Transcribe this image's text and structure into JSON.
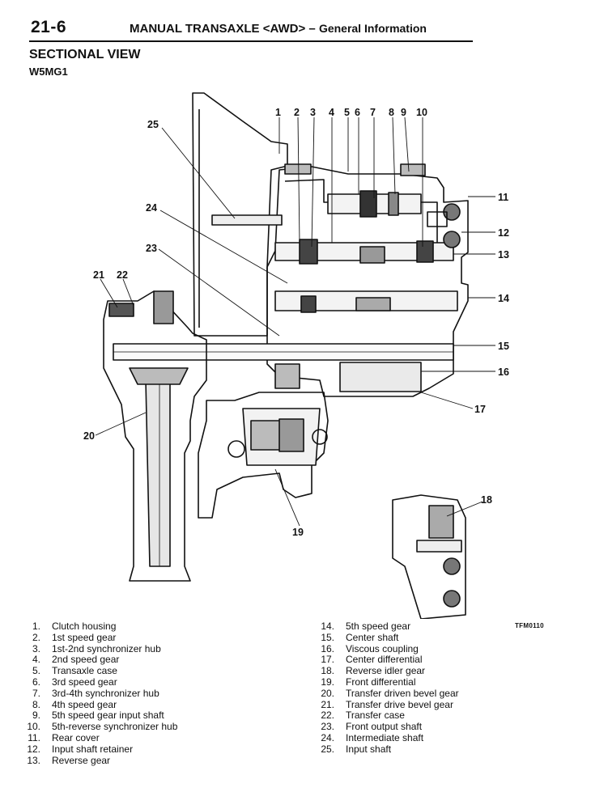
{
  "header": {
    "page_number": "21-6",
    "title": "MANUAL TRANSAXLE <AWD>",
    "dash": " – ",
    "subtitle": "General Information"
  },
  "section": {
    "title": "SECTIONAL VIEW",
    "model": "W5MG1"
  },
  "figure_code": "TFM0110",
  "callouts": [
    "1",
    "2",
    "3",
    "4",
    "5",
    "6",
    "7",
    "8",
    "9",
    "10",
    "11",
    "12",
    "13",
    "14",
    "15",
    "16",
    "17",
    "18",
    "19",
    "20",
    "21",
    "22",
    "23",
    "24",
    "25"
  ],
  "legend_left": [
    {
      "num": "1.",
      "label": "Clutch housing"
    },
    {
      "num": "2.",
      "label": "1st speed gear"
    },
    {
      "num": "3.",
      "label": "1st-2nd synchronizer hub"
    },
    {
      "num": "4.",
      "label": "2nd speed gear"
    },
    {
      "num": "5.",
      "label": "Transaxle case"
    },
    {
      "num": "6.",
      "label": "3rd speed gear"
    },
    {
      "num": "7.",
      "label": "3rd-4th synchronizer hub"
    },
    {
      "num": "8.",
      "label": "4th speed gear"
    },
    {
      "num": "9.",
      "label": "5th speed gear input shaft"
    },
    {
      "num": "10.",
      "label": "5th-reverse synchronizer hub"
    },
    {
      "num": "11.",
      "label": "Rear cover"
    },
    {
      "num": "12.",
      "label": "Input shaft retainer"
    },
    {
      "num": "13.",
      "label": "Reverse gear"
    }
  ],
  "legend_right": [
    {
      "num": "14.",
      "label": "5th speed gear"
    },
    {
      "num": "15.",
      "label": "Center shaft"
    },
    {
      "num": "16.",
      "label": "Viscous coupling"
    },
    {
      "num": "17.",
      "label": "Center differential"
    },
    {
      "num": "18.",
      "label": "Reverse idler gear"
    },
    {
      "num": "19.",
      "label": "Front differential"
    },
    {
      "num": "20.",
      "label": "Transfer driven bevel gear"
    },
    {
      "num": "21.",
      "label": "Transfer drive bevel gear"
    },
    {
      "num": "22.",
      "label": "Transfer case"
    },
    {
      "num": "23.",
      "label": "Front output shaft"
    },
    {
      "num": "24.",
      "label": "Intermediate shaft"
    },
    {
      "num": "25.",
      "label": "Input shaft"
    }
  ]
}
